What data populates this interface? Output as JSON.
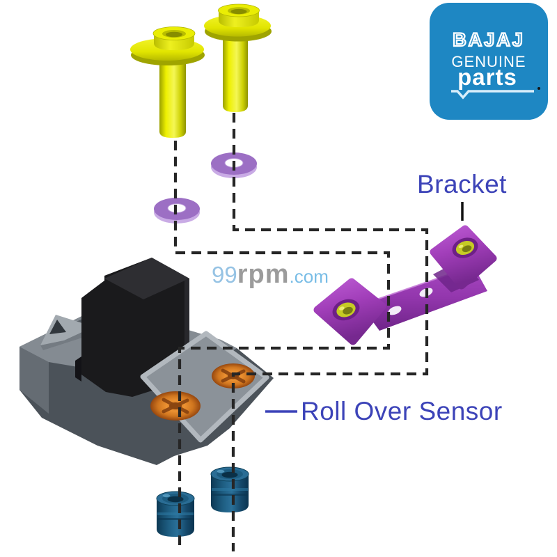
{
  "diagram": {
    "type": "exploded-parts-diagram",
    "background": "#ffffff"
  },
  "labels": {
    "bracket": "Bracket",
    "roll_over_sensor": "Roll Over Sensor",
    "color": "#3c43b8"
  },
  "watermark": {
    "num": "99",
    "rpm": "rpm",
    "dotcom": ".com",
    "num_color": "#96c3e4",
    "rpm_color": "#9b9b9b",
    "dotcom_color": "#79bde6"
  },
  "logo": {
    "brand": "BAJAJ",
    "genuine": "GENUINE",
    "parts": "parts",
    "bg_color": "#1e87c3",
    "text_color": "#ffffff",
    "underline_color": "#d8eefb"
  },
  "parts": {
    "bolts": {
      "name": "flange-bolt",
      "count": 2,
      "color": "#eaed04"
    },
    "washers": {
      "name": "washer",
      "count": 2,
      "color": "#9c6fc4"
    },
    "bracket": {
      "name": "mounting-bracket",
      "color": "#a444bd",
      "hole_color": "#c6cb25"
    },
    "sensor": {
      "name": "roll-over-sensor",
      "base_color": "#8b9299",
      "connector_color": "#1a1a1c",
      "hole_color": "#e5872d"
    },
    "grommets": {
      "name": "rubber-grommet",
      "count": 2,
      "color": "#1d5c80"
    },
    "guide_color": "#262626"
  }
}
